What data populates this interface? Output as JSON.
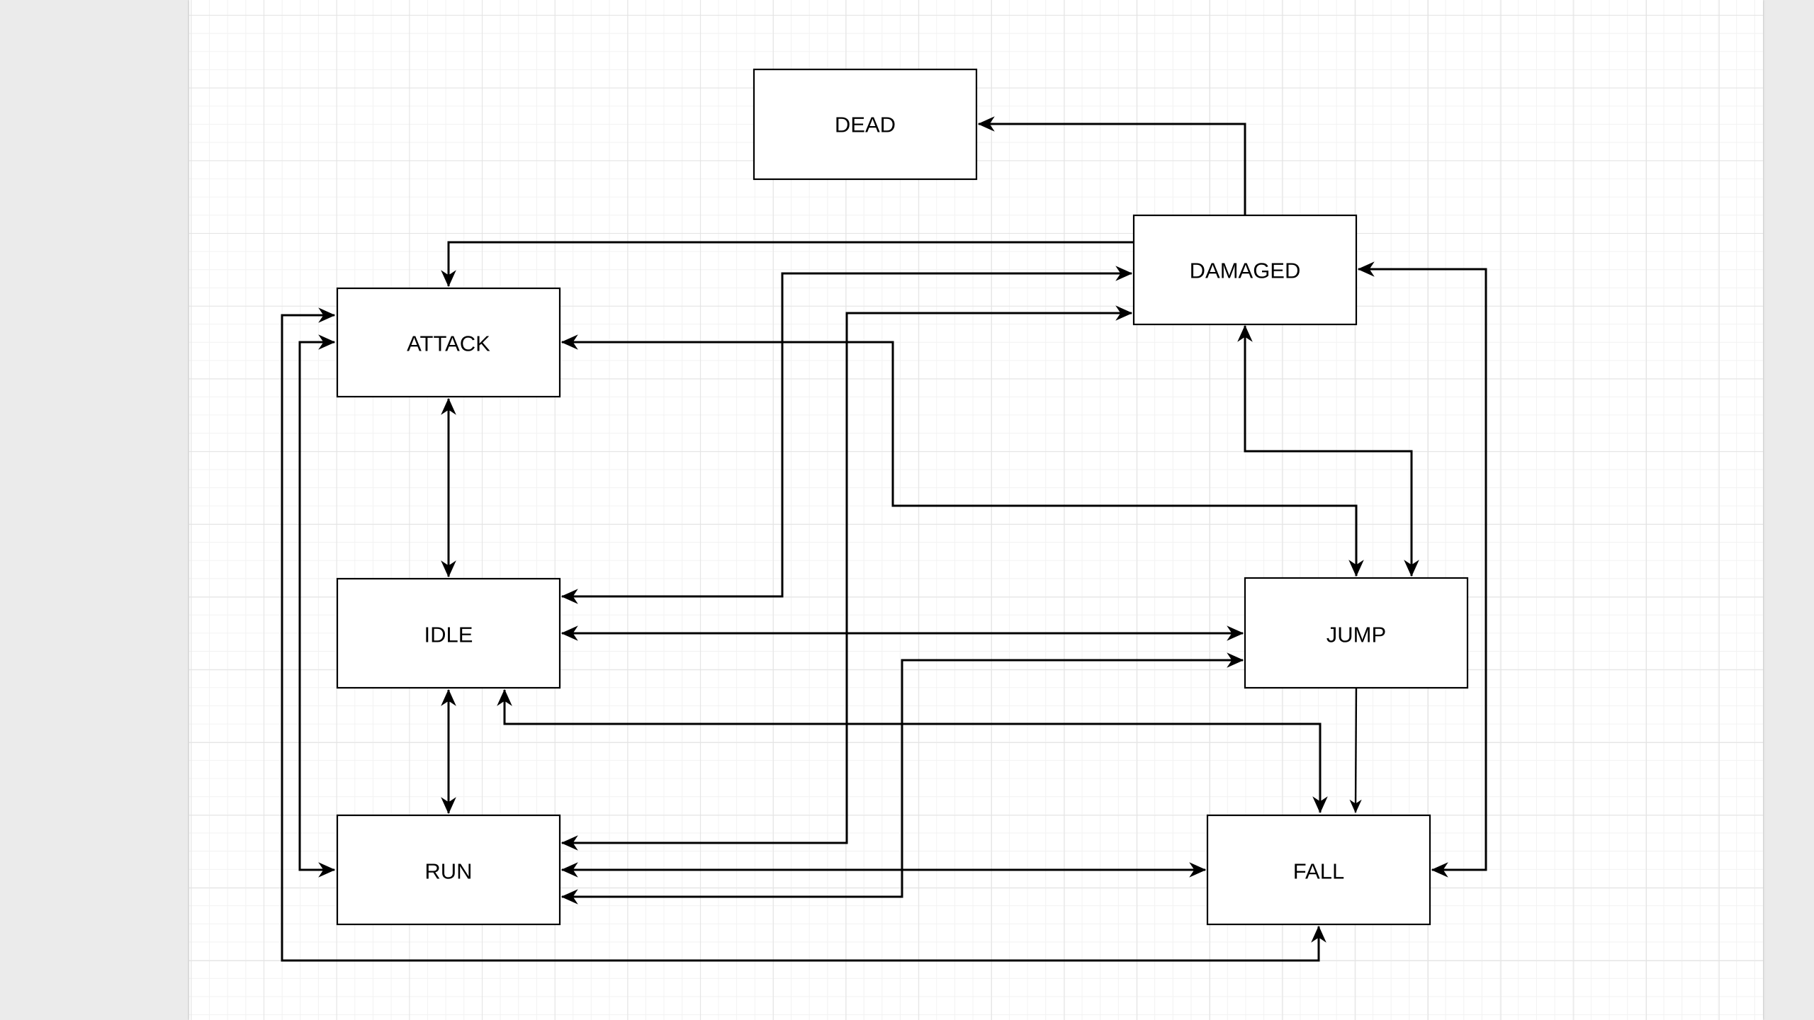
{
  "diagram": {
    "type": "state-machine",
    "canvas_background": "#ffffff",
    "workspace_background": "#ebebeb",
    "stroke_color": "#000000",
    "nodes": [
      {
        "id": "dead",
        "label": "DEAD"
      },
      {
        "id": "damaged",
        "label": "DAMAGED"
      },
      {
        "id": "attack",
        "label": "ATTACK"
      },
      {
        "id": "idle",
        "label": "IDLE"
      },
      {
        "id": "run",
        "label": "RUN"
      },
      {
        "id": "jump",
        "label": "JUMP"
      },
      {
        "id": "fall",
        "label": "FALL"
      }
    ],
    "edges": [
      {
        "from": "damaged",
        "to": "dead",
        "bidirectional": false
      },
      {
        "from": "damaged",
        "to": "attack",
        "bidirectional": false
      },
      {
        "from": "idle",
        "to": "damaged",
        "bidirectional": true
      },
      {
        "from": "run",
        "to": "damaged",
        "bidirectional": true
      },
      {
        "from": "attack",
        "to": "jump",
        "bidirectional": true
      },
      {
        "from": "damaged",
        "to": "jump",
        "bidirectional": true
      },
      {
        "from": "damaged",
        "to": "fall",
        "bidirectional": true
      },
      {
        "from": "attack",
        "to": "idle",
        "bidirectional": true
      },
      {
        "from": "idle",
        "to": "run",
        "bidirectional": true
      },
      {
        "from": "idle",
        "to": "jump",
        "bidirectional": true
      },
      {
        "from": "run",
        "to": "jump",
        "bidirectional": true
      },
      {
        "from": "idle",
        "to": "fall",
        "bidirectional": true
      },
      {
        "from": "jump",
        "to": "fall",
        "bidirectional": false
      },
      {
        "from": "run",
        "to": "fall",
        "bidirectional": true
      },
      {
        "from": "attack",
        "to": "run",
        "bidirectional": true
      },
      {
        "from": "attack",
        "to": "fall",
        "bidirectional": true
      }
    ]
  }
}
